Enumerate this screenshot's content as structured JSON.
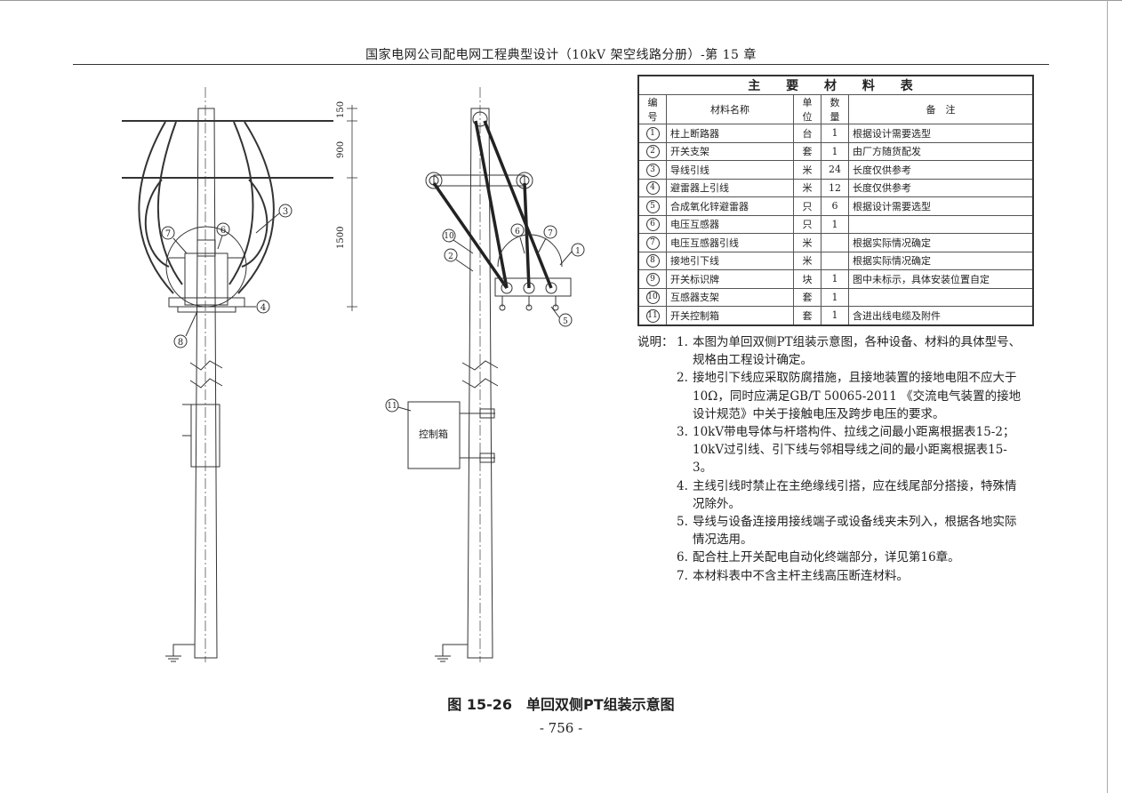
{
  "header": {
    "title": "国家电网公司配电网工程典型设计（10kV 架空线路分册）-第 15 章"
  },
  "diagram": {
    "dimensions": [
      "150",
      "900",
      "1500"
    ],
    "left_callouts": [
      "3",
      "7",
      "6",
      "4",
      "8"
    ],
    "right_callouts": [
      "10",
      "2",
      "6",
      "7",
      "1",
      "5",
      "11"
    ],
    "control_box_label": "控制箱"
  },
  "table": {
    "title": "主 要 材 料 表",
    "headers": [
      "编 号",
      "材料名称",
      "单 位",
      "数 量",
      "备　注"
    ],
    "rows": [
      {
        "no": "1",
        "name": "柱上断路器",
        "unit": "台",
        "qty": "1",
        "remark": "根据设计需要选型"
      },
      {
        "no": "2",
        "name": "开关支架",
        "unit": "套",
        "qty": "1",
        "remark": "由厂方随货配发"
      },
      {
        "no": "3",
        "name": "导线引线",
        "unit": "米",
        "qty": "24",
        "remark": "长度仅供参考"
      },
      {
        "no": "4",
        "name": "避雷器上引线",
        "unit": "米",
        "qty": "12",
        "remark": "长度仅供参考"
      },
      {
        "no": "5",
        "name": "合成氧化锌避雷器",
        "unit": "只",
        "qty": "6",
        "remark": "根据设计需要选型"
      },
      {
        "no": "6",
        "name": "电压互感器",
        "unit": "只",
        "qty": "1",
        "remark": ""
      },
      {
        "no": "7",
        "name": "电压互感器引线",
        "unit": "米",
        "qty": "",
        "remark": "根据实际情况确定"
      },
      {
        "no": "8",
        "name": "接地引下线",
        "unit": "米",
        "qty": "",
        "remark": "根据实际情况确定"
      },
      {
        "no": "9",
        "name": "开关标识牌",
        "unit": "块",
        "qty": "1",
        "remark": "图中未标示，具体安装位置自定"
      },
      {
        "no": "10",
        "name": "互感器支架",
        "unit": "套",
        "qty": "1",
        "remark": ""
      },
      {
        "no": "11",
        "name": "开关控制箱",
        "unit": "套",
        "qty": "1",
        "remark": "含进出线电缆及附件"
      }
    ]
  },
  "notes": {
    "label": "说明：",
    "items": [
      {
        "n": "1.",
        "text": "本图为单回双侧PT组装示意图，各种设备、材料的具体型号、规格由工程设计确定。"
      },
      {
        "n": "2.",
        "text": "接地引下线应采取防腐措施，且接地装置的接地电阻不应大于10Ω，同时应满足GB/T 50065-2011 《交流电气装置的接地设计规范》中关于接触电压及跨步电压的要求。"
      },
      {
        "n": "3.",
        "text": "10kV带电导体与杆塔构件、拉线之间最小距离根据表15-2；10kV过引线、引下线与邻相导线之间的最小距离根据表15-3。"
      },
      {
        "n": "4.",
        "text": "主线引线时禁止在主绝缘线引搭，应在线尾部分搭接，特殊情况除外。"
      },
      {
        "n": "5.",
        "text": "导线与设备连接用接线端子或设备线夹未列入，根据各地实际情况选用。"
      },
      {
        "n": "6.",
        "text": "配合柱上开关配电自动化终端部分，详见第16章。"
      },
      {
        "n": "7.",
        "text": "本材料表中不含主杆主线高压断连材料。"
      }
    ]
  },
  "caption": "图 15-26　单回双侧PT组装示意图",
  "page_number": "- 756 -"
}
